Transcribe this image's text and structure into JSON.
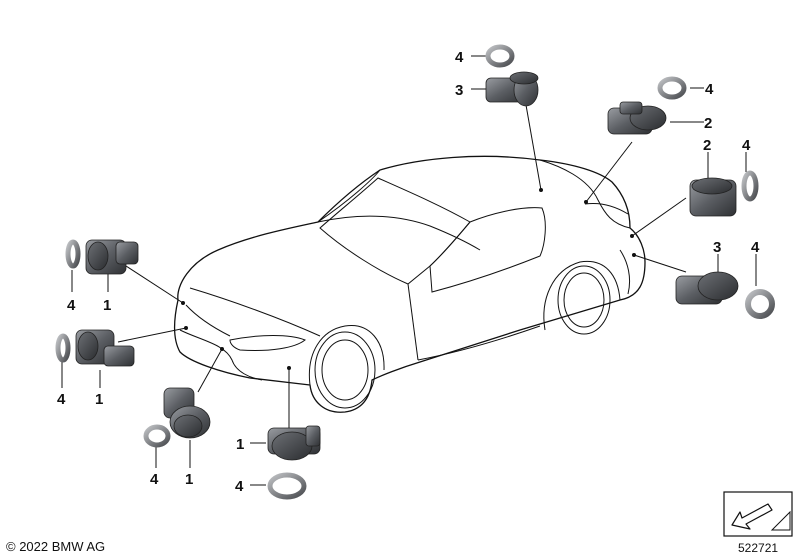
{
  "callouts": {
    "c1": "4",
    "c2": "3",
    "c3": "4",
    "c4": "2",
    "c5": "2",
    "c6": "4",
    "c7": "3",
    "c8": "4",
    "c9": "4",
    "c10": "1",
    "c11": "4",
    "c12": "1",
    "c13": "4",
    "c14": "1",
    "c15": "1",
    "c16": "4"
  },
  "footer": {
    "copyright": "© 2022 BMW AG",
    "diagram_number": "522721"
  },
  "colors": {
    "line": "#111111",
    "sensor_body": "#4a4d52",
    "sensor_highlight": "#8a8d92",
    "background": "#ffffff"
  }
}
